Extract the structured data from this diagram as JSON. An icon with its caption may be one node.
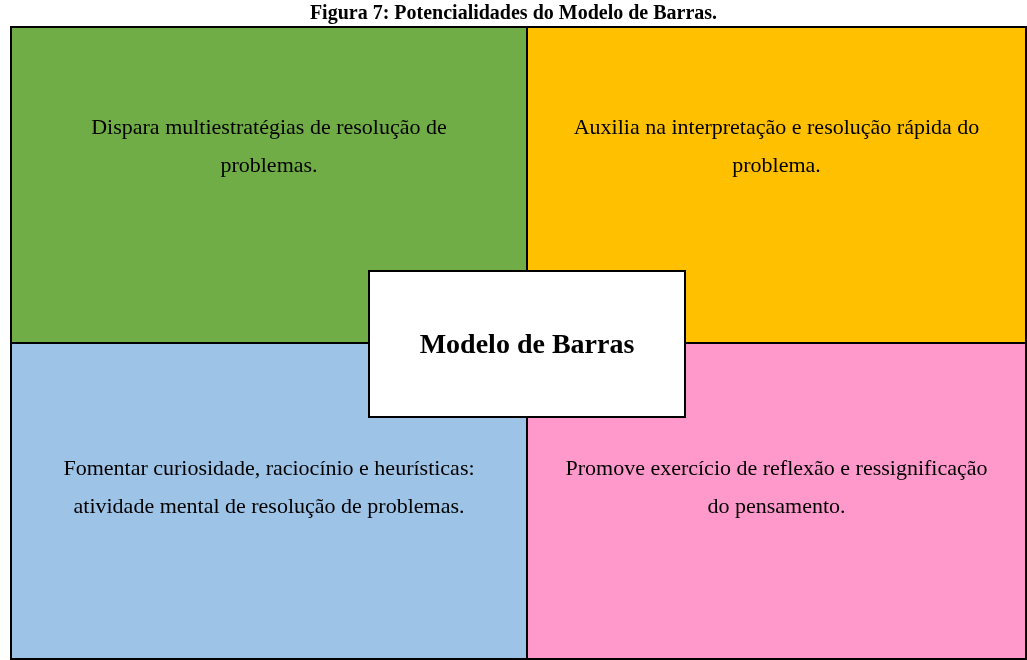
{
  "diagram": {
    "title": "Figura 7: Potencialidades do Modelo de Barras.",
    "nodes": [
      {
        "text": [
          "Dispara multiestratégias de resolução de problemas."
        ]
      },
      {
        "text": [
          "Auxilia na interpretação e resolução rápida do problema."
        ]
      },
      {
        "text": [
          "Modelo de Barras"
        ]
      },
      {
        "text": [
          "Fomentar curiosidade, raciocínio e heurísticas: atividade mental de resolução de problemas."
        ]
      },
      {
        "text": [
          "Promove exercício de reflexão e ressignificação do pensamento."
        ]
      }
    ],
    "edges": []
  }
}
